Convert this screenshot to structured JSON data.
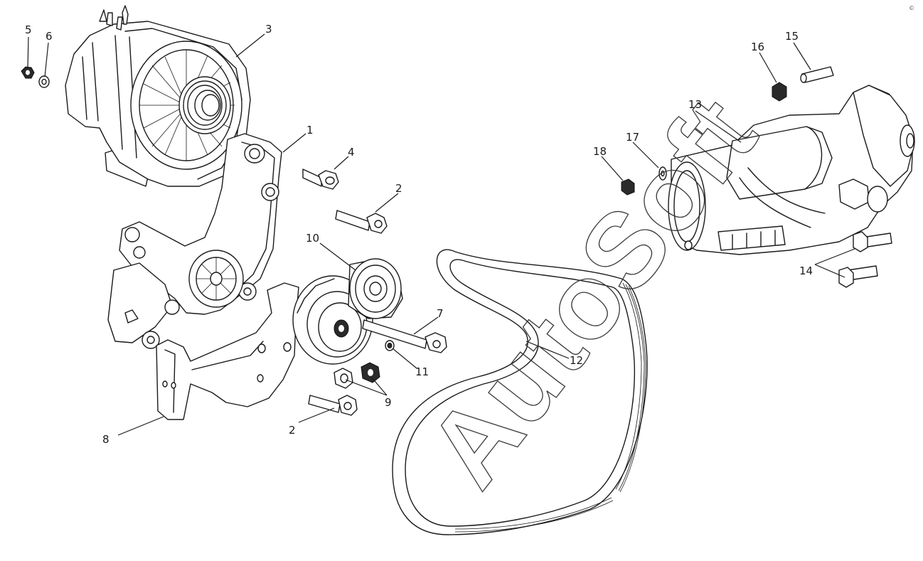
{
  "diagram": {
    "type": "exploded-parts-view",
    "watermark": "AutoSoft",
    "corner_mark": "©"
  },
  "callouts": [
    {
      "id": "c1",
      "number": "1"
    },
    {
      "id": "c2a",
      "number": "2"
    },
    {
      "id": "c2b",
      "number": "2"
    },
    {
      "id": "c3",
      "number": "3"
    },
    {
      "id": "c4",
      "number": "4"
    },
    {
      "id": "c5",
      "number": "5"
    },
    {
      "id": "c6",
      "number": "6"
    },
    {
      "id": "c7",
      "number": "7"
    },
    {
      "id": "c8",
      "number": "8"
    },
    {
      "id": "c9",
      "number": "9"
    },
    {
      "id": "c10",
      "number": "10"
    },
    {
      "id": "c11",
      "number": "11"
    },
    {
      "id": "c12",
      "number": "12"
    },
    {
      "id": "c13",
      "number": "13"
    },
    {
      "id": "c14",
      "number": "14"
    },
    {
      "id": "c15",
      "number": "15"
    },
    {
      "id": "c16",
      "number": "16"
    },
    {
      "id": "c17",
      "number": "17"
    },
    {
      "id": "c18",
      "number": "18"
    }
  ]
}
